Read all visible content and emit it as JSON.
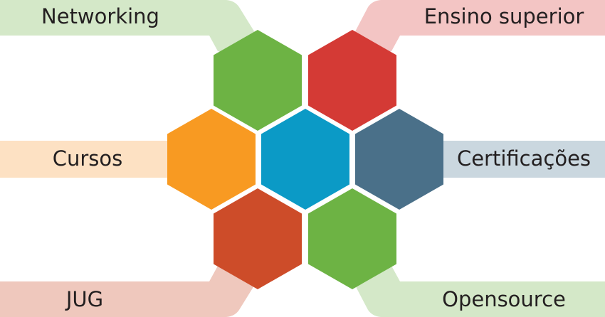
{
  "colors": {
    "green": "#6db344",
    "red": "#d43a35",
    "orange": "#f89a22",
    "blue": "#0b9ac6",
    "slate": "#4a7089",
    "rust": "#cd4c29",
    "band_green": "#d4e8c8",
    "band_pink": "#f3c5c4",
    "band_orange": "#fde1c3",
    "band_slate": "#cad7df",
    "band_rust": "#efc8bd"
  },
  "labels": {
    "networking": "Networking",
    "ensino_superior": "Ensino superior",
    "cursos": "Cursos",
    "certificacoes": "Certificações",
    "jug": "JUG",
    "opensource": "Opensource"
  }
}
